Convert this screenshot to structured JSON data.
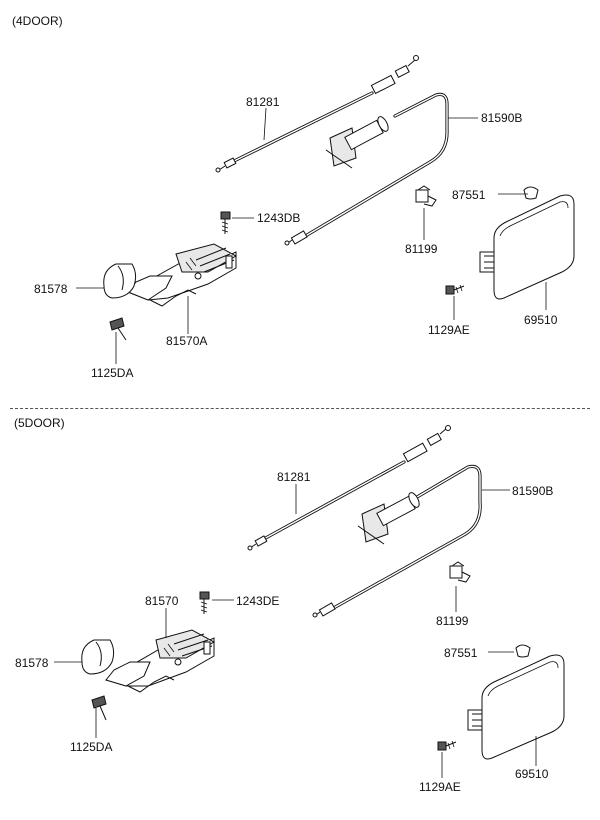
{
  "sections": {
    "four_door": {
      "title": "(4DOOR)",
      "labels": {
        "cable_81281": "81281",
        "cable_81590B": "81590B",
        "bolt_1243DB": "1243DB",
        "clip_87551": "87551",
        "part_81199": "81199",
        "cover_81578": "81578",
        "handle_81570A": "81570A",
        "screw_1129AE": "1129AE",
        "door_69510": "69510",
        "screw_1125DA": "1125DA"
      }
    },
    "five_door": {
      "title": "(5DOOR)",
      "labels": {
        "cable_81281": "81281",
        "cable_81590B": "81590B",
        "handle_81570": "81570",
        "bolt_1243DE": "1243DE",
        "cover_81578": "81578",
        "part_81199": "81199",
        "clip_87551": "87551",
        "screw_1125DA": "1125DA",
        "door_69510": "69510",
        "screw_1129AE": "1129AE"
      }
    }
  }
}
